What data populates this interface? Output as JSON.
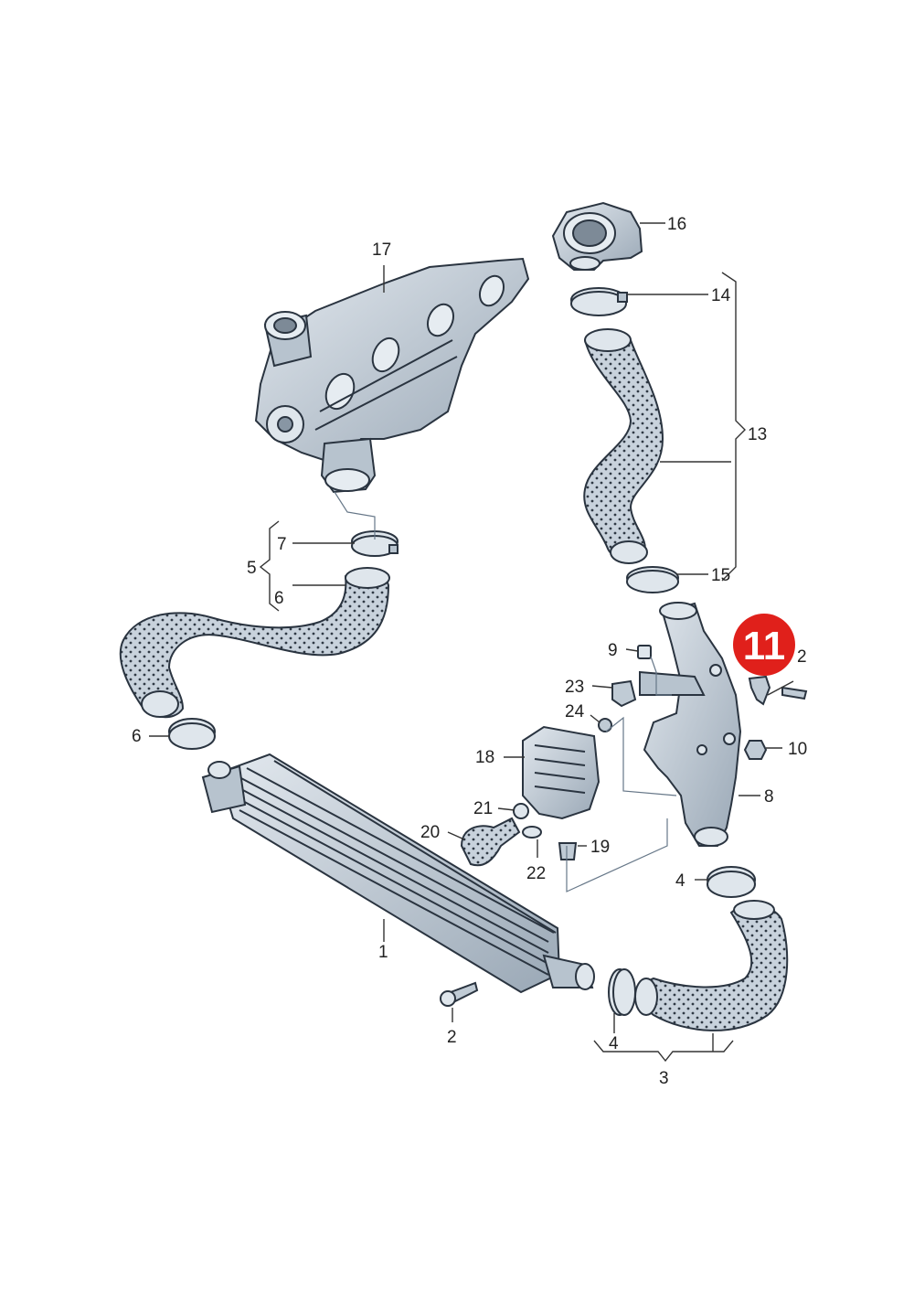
{
  "colors": {
    "part_fill": "#c9d3dd",
    "part_dark": "#9aa8b6",
    "outline": "#2a3440",
    "highlight": "#e0201b",
    "highlight_text": "#ffffff"
  },
  "highlight_badge": "11",
  "callouts": {
    "c17": "17",
    "c16": "16",
    "c14": "14",
    "c13": "13",
    "c15": "15",
    "c7": "7",
    "c5": "5",
    "c6a": "6",
    "c6b": "6",
    "c9": "9",
    "c2a": "2",
    "c23": "23",
    "c24": "24",
    "c10": "10",
    "c18": "18",
    "c8": "8",
    "c21": "21",
    "c20": "20",
    "c19": "19",
    "c22": "22",
    "c4a": "4",
    "c1": "1",
    "c2b": "2",
    "c4b": "4",
    "c3": "3"
  }
}
